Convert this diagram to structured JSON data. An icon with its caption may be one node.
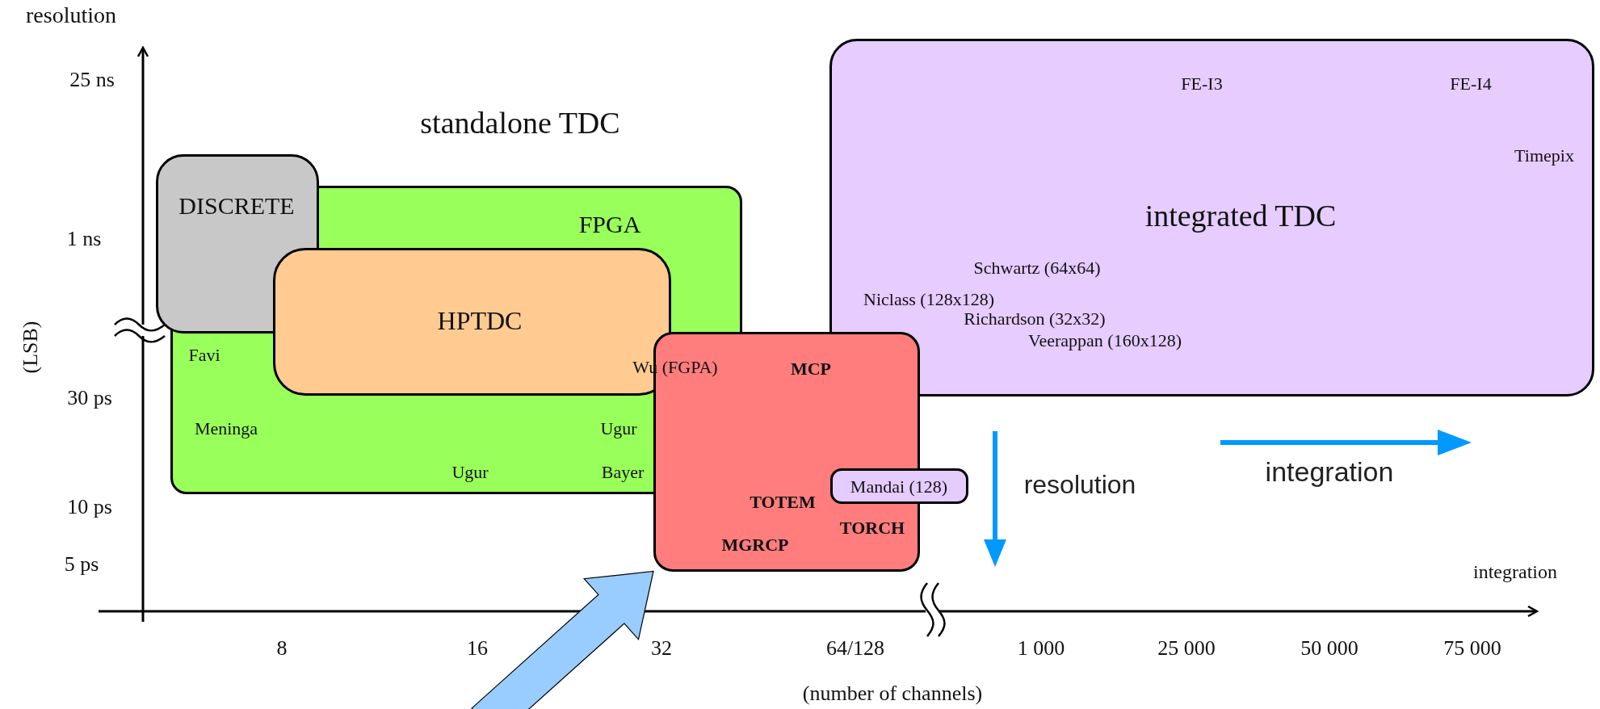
{
  "diagram": {
    "nodes": [
      {
        "text": [
          "DISCRETE"
        ]
      },
      {
        "text": [
          "FPGA",
          "Favi",
          "Meninga",
          "Ugur",
          "Ugur",
          "Bayer"
        ]
      },
      {
        "text": [
          "HPTDC"
        ],
        "in": 1
      },
      {
        "text": [
          "MCP",
          "TOTEM",
          "TORCH",
          "MGRCP"
        ]
      },
      {
        "text": [
          "Mandai (128)"
        ]
      },
      {
        "text": [
          "FE-I3",
          "FE-I4",
          "Timepix",
          "integrated TDC",
          "Schwartz (64x64)",
          "Niclass (128x128)",
          "Richardson (32x32)",
          "Veerappan (160x128)"
        ]
      }
    ],
    "edges": [
      {
        "from": null,
        "to": 3,
        "arrow": "to",
        "style": "thick",
        "color": "#99ccff"
      }
    ],
    "labels": [
      "resolution",
      "25 ns",
      "standalone TDC",
      "1 ns",
      "(LSB)",
      "Wu (FGPA)",
      "30 ps",
      "resolution",
      "integration",
      "10 ps",
      "5 ps",
      "integration",
      "8",
      "16",
      "32",
      "64/128",
      "1 000",
      "25 000",
      "50 000",
      "75 000",
      "(number of channels)"
    ]
  }
}
